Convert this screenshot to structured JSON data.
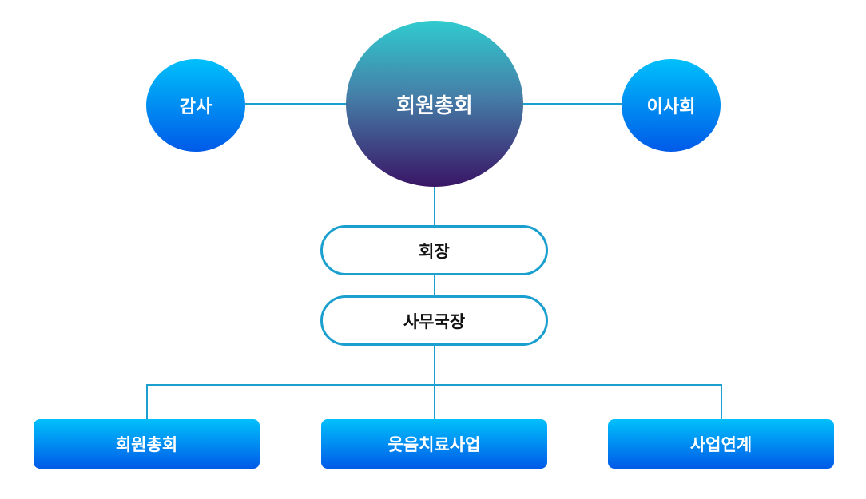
{
  "top": {
    "left": "감사",
    "center": "회원총회",
    "right": "이사회"
  },
  "chain": [
    "회장",
    "사무국장"
  ],
  "bottom": [
    "회원총회",
    "웃음치료사업",
    "사업연계"
  ],
  "colors": {
    "line": "#1a9fcf",
    "blue_top": "#00c0fb",
    "blue_bottom": "#005ae8",
    "center_top": "#30cbcf",
    "center_bottom": "#3a1566"
  }
}
